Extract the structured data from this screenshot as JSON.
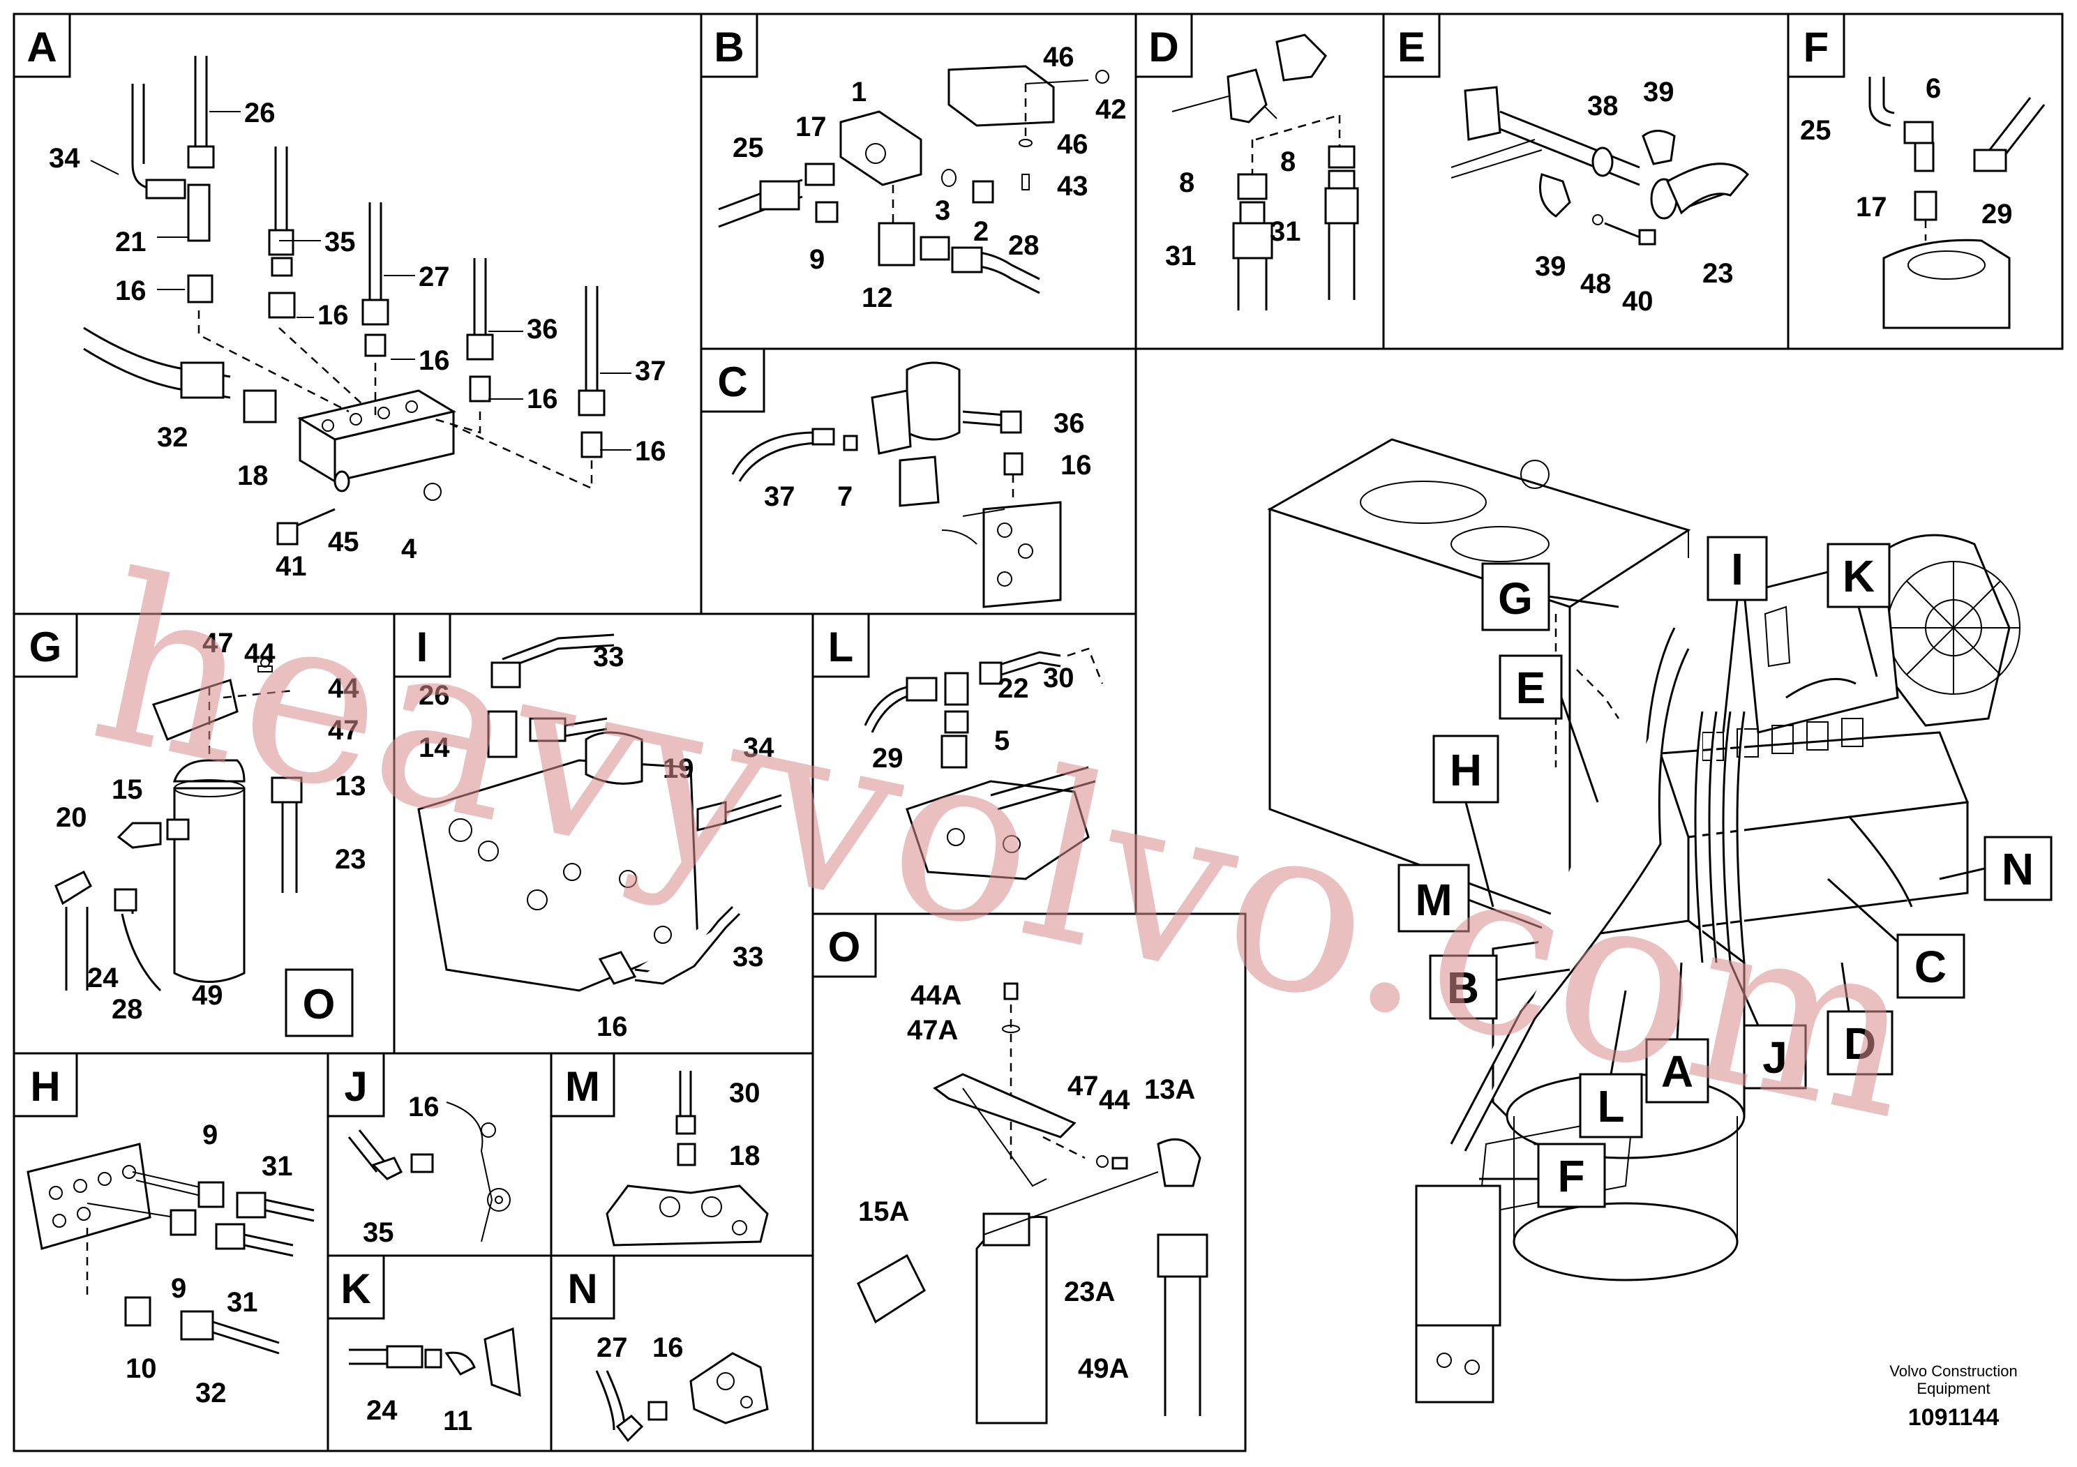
{
  "panels": {
    "A": {
      "letter": "A",
      "labels": [
        "26",
        "34",
        "21",
        "35",
        "16",
        "27",
        "16",
        "16",
        "36",
        "16",
        "37",
        "16",
        "32",
        "18",
        "41",
        "45",
        "4"
      ]
    },
    "B": {
      "letter": "B",
      "labels": [
        "46",
        "42",
        "1",
        "46",
        "17",
        "25",
        "43",
        "3",
        "2",
        "9",
        "28",
        "12"
      ]
    },
    "C": {
      "letter": "C",
      "labels": [
        "36",
        "16",
        "37",
        "7"
      ]
    },
    "D": {
      "letter": "D",
      "labels": [
        "8",
        "8",
        "31",
        "31"
      ]
    },
    "E": {
      "letter": "E",
      "labels": [
        "38",
        "39",
        "39",
        "48",
        "40",
        "23"
      ]
    },
    "F": {
      "letter": "F",
      "labels": [
        "6",
        "25",
        "17",
        "29"
      ]
    },
    "G": {
      "letter": "G",
      "labels": [
        "47",
        "44",
        "44",
        "47",
        "15",
        "13",
        "20",
        "23",
        "24",
        "28",
        "49"
      ]
    },
    "I": {
      "letter": "I",
      "labels": [
        "33",
        "26",
        "14",
        "19",
        "34",
        "33",
        "16"
      ]
    },
    "L": {
      "letter": "L",
      "labels": [
        "22",
        "30",
        "5",
        "29"
      ]
    },
    "O": {
      "letter": "O",
      "labels": [
        "44A",
        "47A",
        "47",
        "44",
        "13A",
        "15A",
        "23A",
        "49A"
      ]
    },
    "H": {
      "letter": "H",
      "labels": [
        "9",
        "31",
        "9",
        "31",
        "10",
        "32"
      ]
    },
    "J": {
      "letter": "J",
      "labels": [
        "16",
        "35"
      ]
    },
    "M": {
      "letter": "M",
      "labels": [
        "30",
        "18"
      ]
    },
    "K": {
      "letter": "K",
      "labels": [
        "24",
        "11"
      ]
    },
    "N": {
      "letter": "N",
      "labels": [
        "27",
        "16"
      ]
    },
    "O_box": "O"
  },
  "overview": {
    "callouts": [
      "I",
      "K",
      "G",
      "E",
      "H",
      "N",
      "M",
      "B",
      "C",
      "A",
      "J",
      "D",
      "L",
      "F"
    ]
  },
  "watermark": "heavyvolvo.com",
  "footer": {
    "company_line1": "Volvo Construction",
    "company_line2": "Equipment",
    "doc_number": "1091144"
  }
}
